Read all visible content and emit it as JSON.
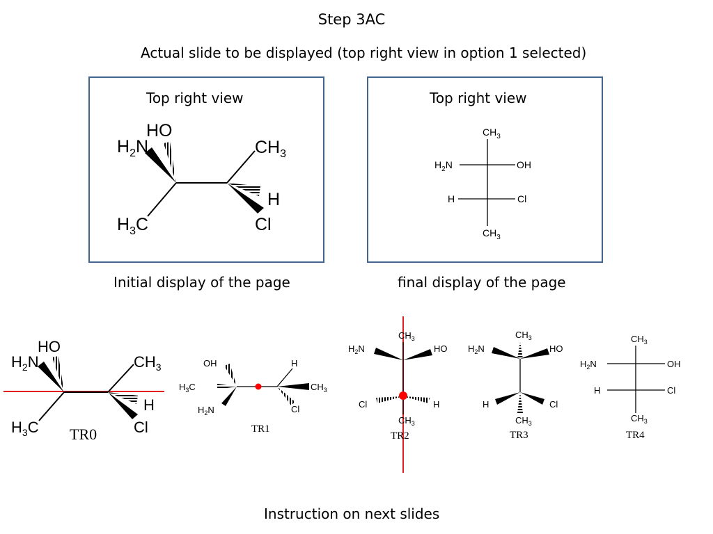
{
  "header": {
    "step_title": "Step 3AC",
    "subtitle": "Actual slide to be displayed (top right view in option 1 selected)"
  },
  "panels": {
    "left": {
      "title": "Top right view",
      "caption": "Initial display of the page"
    },
    "right": {
      "title": "Top right view",
      "caption": "final display of the page"
    }
  },
  "tr_labels": [
    "TR0",
    "TR1",
    "TR2",
    "TR3",
    "TR4"
  ],
  "footer": "Instruction on next slides",
  "colors": {
    "panel_border": "#41658c",
    "axis_line": "#e02020",
    "marker": "#ff0000"
  }
}
